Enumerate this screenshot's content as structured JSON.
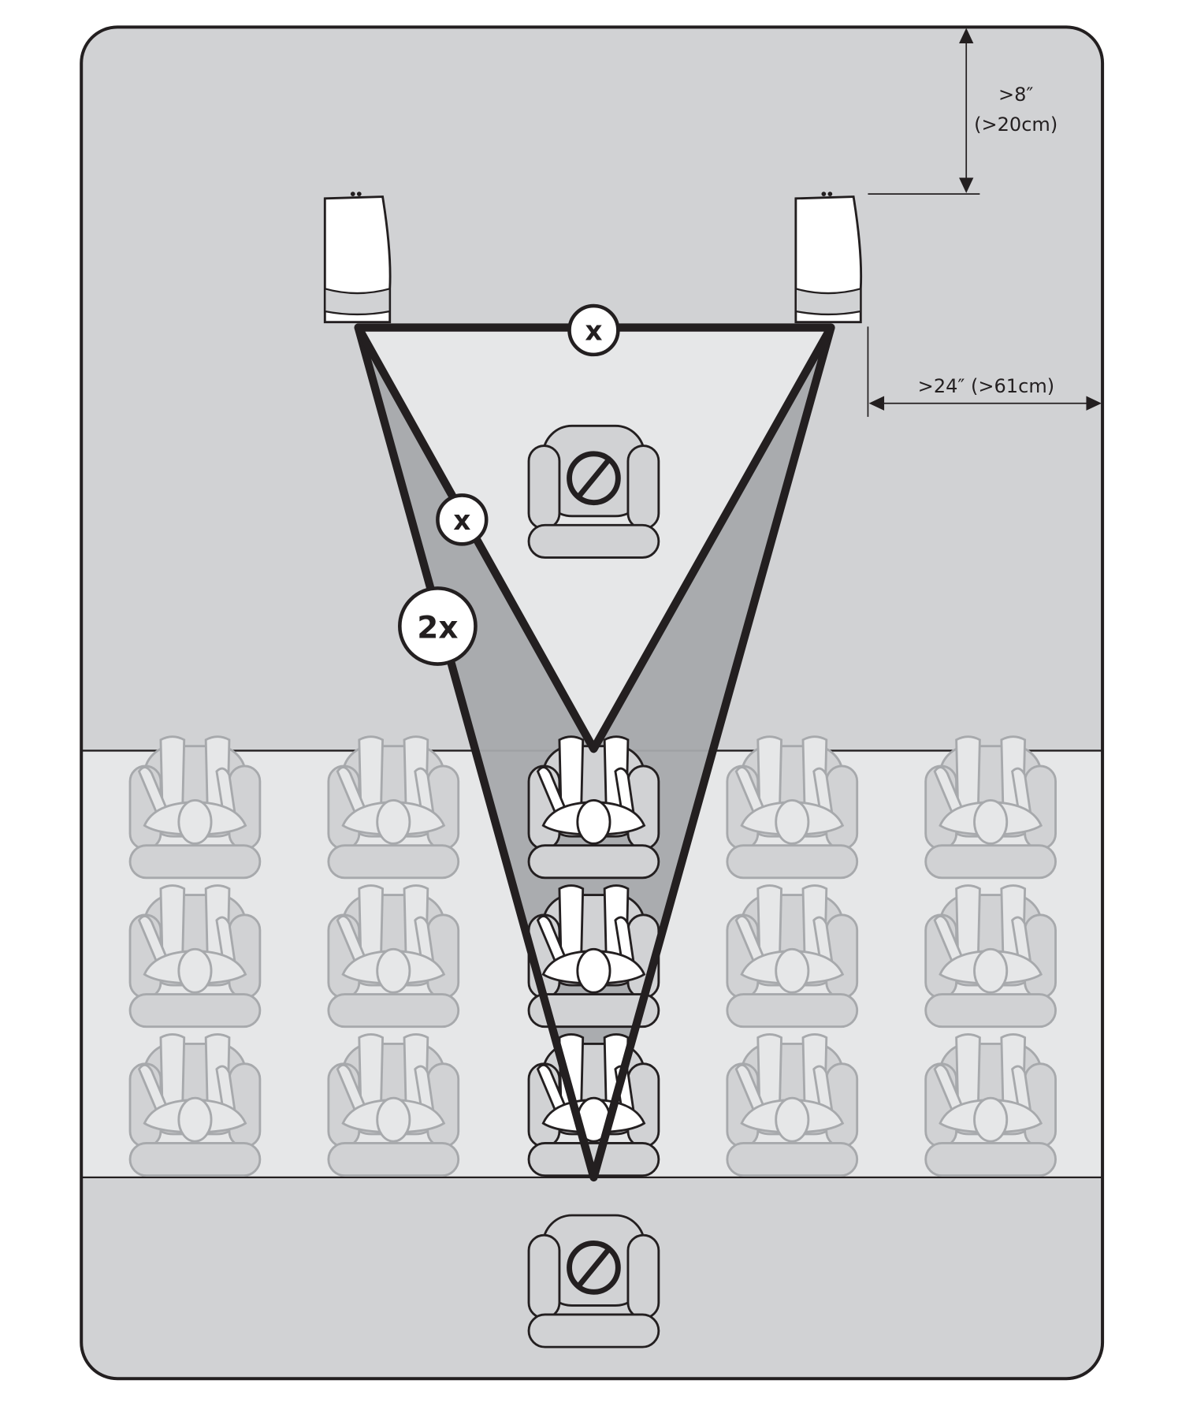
{
  "dimensions": {
    "rear_clearance": ">8″",
    "rear_clearance_metric": "(>20cm)",
    "side_clearance": ">24″ (>61cm)"
  },
  "distance_labels": {
    "speaker_spacing": "x",
    "inner_distance": "x",
    "outer_distance": "2x"
  },
  "colors": {
    "room": "#d1d2d4",
    "listening_band": "#e6e7e8",
    "wedge": "#a7a9ac",
    "stroke": "#231f20",
    "faded": "#a7a9ac"
  },
  "seating": {
    "columns": 5,
    "rows": 3,
    "active_column": 3
  },
  "icons": [
    "speaker-icon",
    "no-symbol-icon",
    "seat-icon",
    "listener-icon"
  ]
}
